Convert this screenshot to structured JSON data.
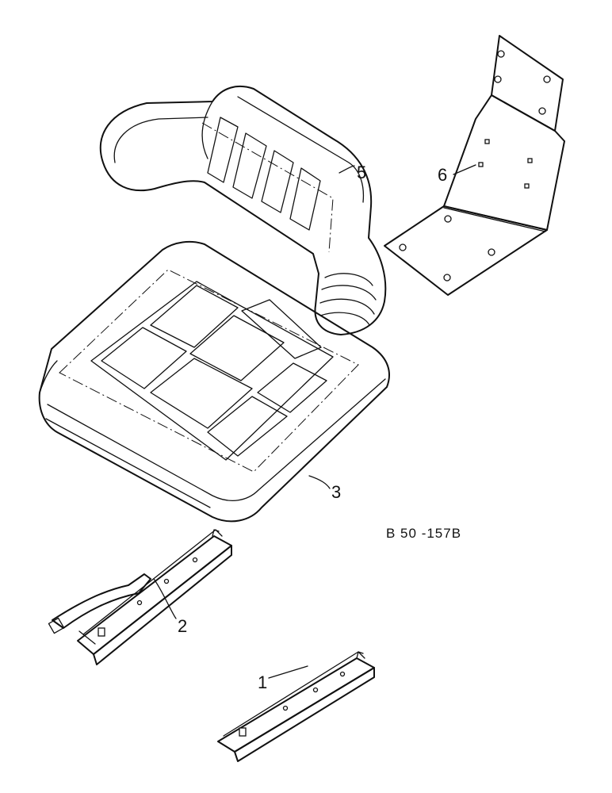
{
  "drawing": {
    "reference_code": "B 50 -157B",
    "callouts": [
      {
        "id": "slide-rail-plain",
        "label": "1"
      },
      {
        "id": "slide-rail-with-lever",
        "label": "2"
      },
      {
        "id": "seat-cushion",
        "label": "3"
      },
      {
        "id": "backrest",
        "label": "5"
      },
      {
        "id": "mounting-bracket",
        "label": "6"
      }
    ]
  },
  "colors": {
    "ink": "#111111",
    "paper": "#ffffff"
  }
}
